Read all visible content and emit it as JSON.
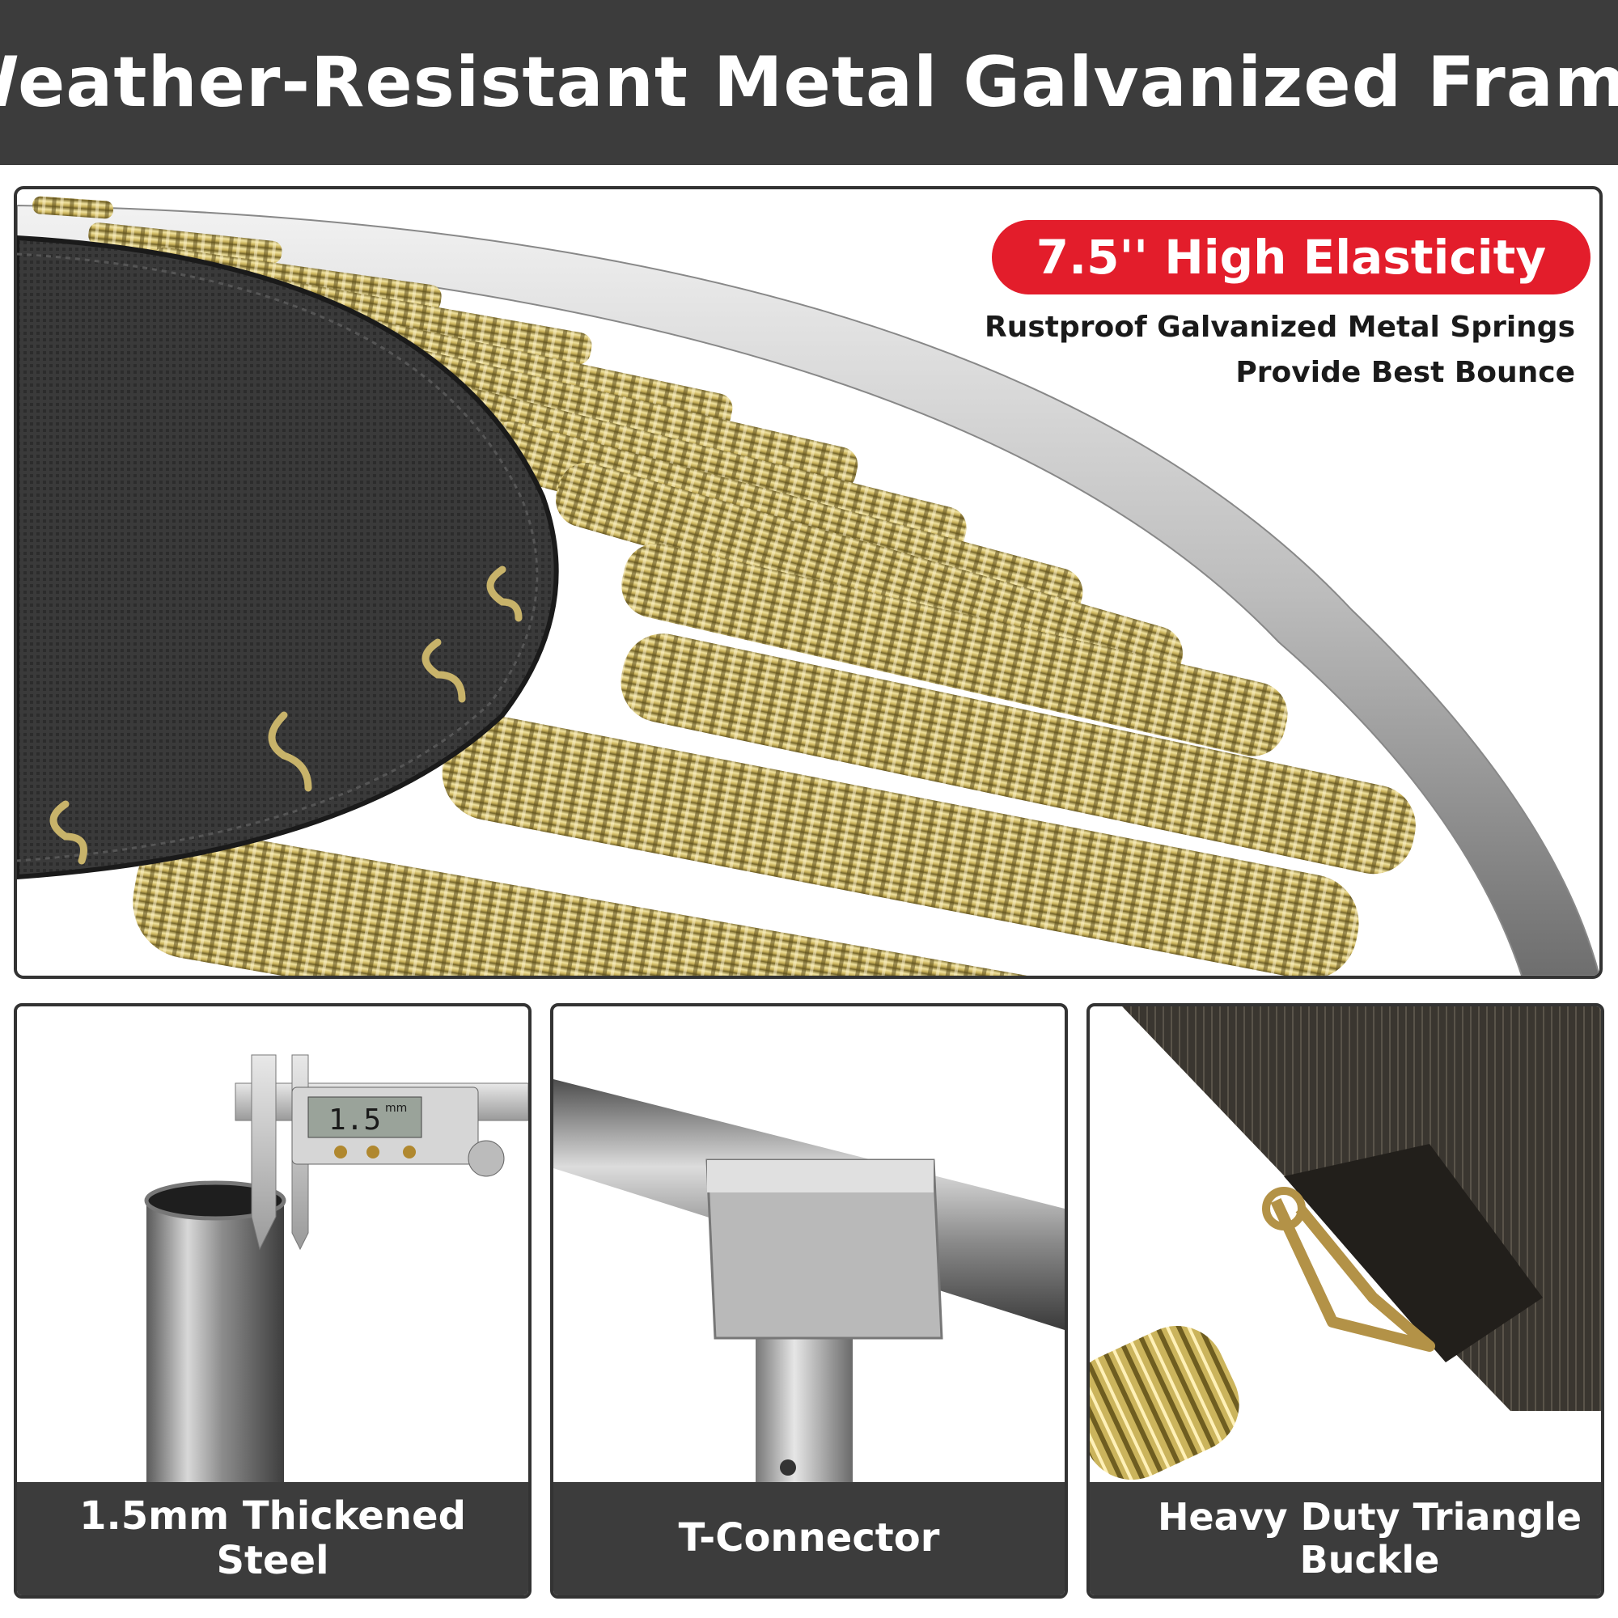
{
  "header": {
    "title": "Weather-Resistant Metal Galvanized Frame"
  },
  "hero": {
    "badge": "7.5'' High Elasticity",
    "subtitle_line1": "Rustproof Galvanized Metal Springs",
    "subtitle_line2": "Provide Best Bounce"
  },
  "panels": [
    {
      "caption": "1.5mm Thickened Steel",
      "gauge_reading": "1.5",
      "gauge_unit": "mm"
    },
    {
      "caption": "T-Connector"
    },
    {
      "caption": "Heavy Duty Triangle Buckle"
    }
  ],
  "colors": {
    "header_bg": "#3c3c3c",
    "badge_red": "#e31d2b",
    "spring_gold": "#c9b25a"
  }
}
